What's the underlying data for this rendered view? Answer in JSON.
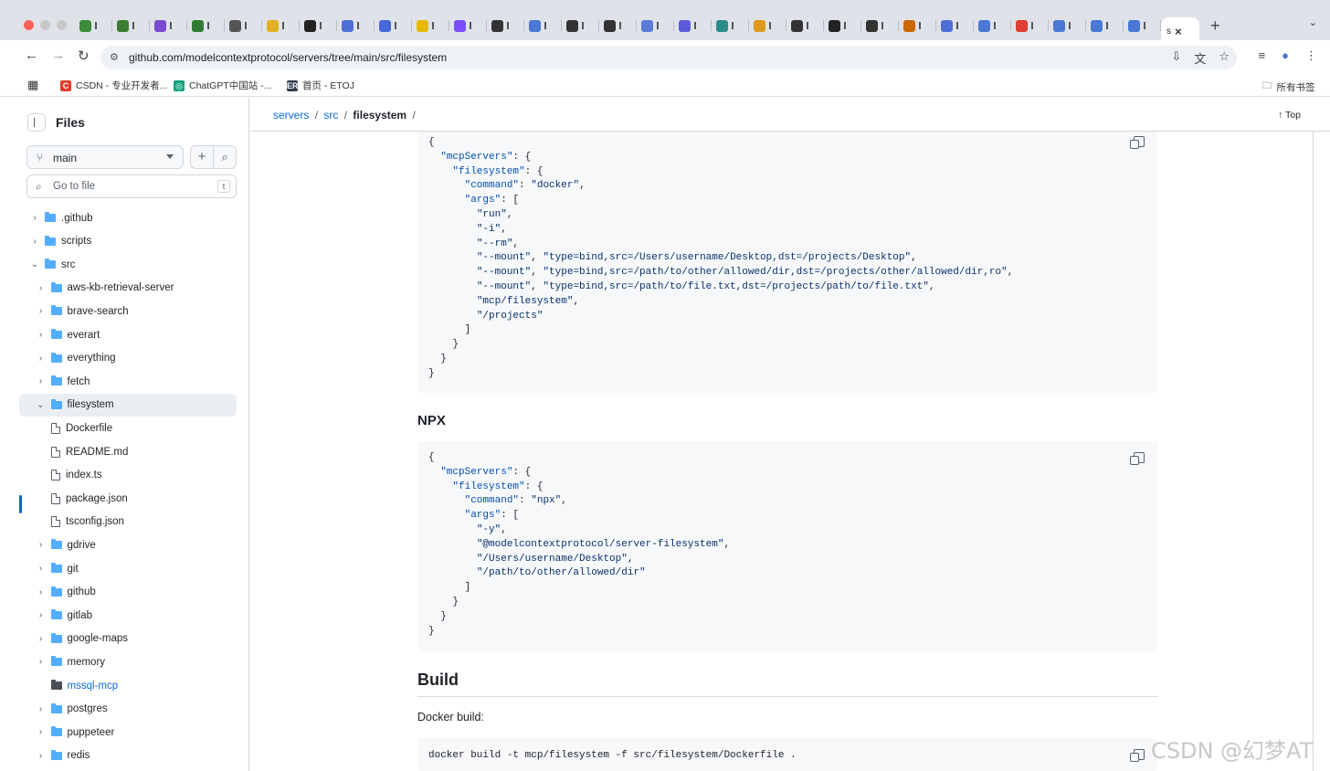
{
  "browser": {
    "tabs_favicon_colors": [
      "#3c8c3c",
      "#3a7d2e",
      "#7b4bd0",
      "#2e7d32",
      "#555555",
      "#e0b020",
      "#222222",
      "#4b6fd6",
      "#4668d6",
      "#e6b800",
      "#7c4dff",
      "#333333",
      "#4a78d4",
      "#333333",
      "#333333",
      "#5b7bd8",
      "#5b5bd8",
      "#2b8a8a",
      "#e09a20",
      "#333333",
      "#222222",
      "#333333",
      "#cc6600",
      "#4b6fd6",
      "#4a78d4",
      "#de3f30",
      "#4a78d4",
      "#4a78d4",
      "#4a78d4"
    ],
    "active_tab_letter": "s",
    "new_tab_label": "+",
    "url": "github.com/modelcontextprotocol/servers/tree/main/src/filesystem",
    "bookmarks": [
      {
        "label": "CSDN - 专业开发者...",
        "icon": "C",
        "color": "#e33b2e"
      },
      {
        "label": "ChatGPT中国站 -...",
        "icon": "◎",
        "color": "#10a37f"
      },
      {
        "label": "首页 - ETOJ",
        "icon": "ER",
        "color": "#2d3a4a"
      }
    ],
    "all_bookmarks_label": "所有书签"
  },
  "sidebar": {
    "title": "Files",
    "branch": "main",
    "search_placeholder": "Go to file",
    "search_shortcut": "t",
    "tree": [
      {
        "label": ".github",
        "kind": "folder",
        "depth": 0,
        "expanded": false
      },
      {
        "label": "scripts",
        "kind": "folder",
        "depth": 0,
        "expanded": false
      },
      {
        "label": "src",
        "kind": "folder",
        "depth": 0,
        "expanded": true
      },
      {
        "label": "aws-kb-retrieval-server",
        "kind": "folder",
        "depth": 1,
        "expanded": false
      },
      {
        "label": "brave-search",
        "kind": "folder",
        "depth": 1,
        "expanded": false
      },
      {
        "label": "everart",
        "kind": "folder",
        "depth": 1,
        "expanded": false
      },
      {
        "label": "everything",
        "kind": "folder",
        "depth": 1,
        "expanded": false
      },
      {
        "label": "fetch",
        "kind": "folder",
        "depth": 1,
        "expanded": false
      },
      {
        "label": "filesystem",
        "kind": "folder",
        "depth": 1,
        "expanded": true,
        "selected": true
      },
      {
        "label": "Dockerfile",
        "kind": "file",
        "depth": 2
      },
      {
        "label": "README.md",
        "kind": "file",
        "depth": 2
      },
      {
        "label": "index.ts",
        "kind": "file",
        "depth": 2
      },
      {
        "label": "package.json",
        "kind": "file",
        "depth": 2
      },
      {
        "label": "tsconfig.json",
        "kind": "file",
        "depth": 2
      },
      {
        "label": "gdrive",
        "kind": "folder",
        "depth": 1,
        "expanded": false
      },
      {
        "label": "git",
        "kind": "folder",
        "depth": 1,
        "expanded": false
      },
      {
        "label": "github",
        "kind": "folder",
        "depth": 1,
        "expanded": false
      },
      {
        "label": "gitlab",
        "kind": "folder",
        "depth": 1,
        "expanded": false
      },
      {
        "label": "google-maps",
        "kind": "folder",
        "depth": 1,
        "expanded": false
      },
      {
        "label": "memory",
        "kind": "folder",
        "depth": 1,
        "expanded": false
      },
      {
        "label": "mssql-mcp",
        "kind": "submodule",
        "depth": 1
      },
      {
        "label": "postgres",
        "kind": "folder",
        "depth": 1,
        "expanded": false
      },
      {
        "label": "puppeteer",
        "kind": "folder",
        "depth": 1,
        "expanded": false
      },
      {
        "label": "redis",
        "kind": "folder",
        "depth": 1,
        "expanded": false
      }
    ]
  },
  "breadcrumb": {
    "repo": "servers",
    "sep1": "/",
    "dir": "src",
    "sep2": "/",
    "current": "filesystem",
    "sep3": "/"
  },
  "top_button": "↑ Top",
  "docker_block_lines": [
    "{",
    "  \"mcpServers\": {",
    "    \"filesystem\": {",
    "      \"command\": \"docker\",",
    "      \"args\": [",
    "        \"run\",",
    "        \"-i\",",
    "        \"--rm\",",
    "        \"--mount\", \"type=bind,src=/Users/username/Desktop,dst=/projects/Desktop\",",
    "        \"--mount\", \"type=bind,src=/path/to/other/allowed/dir,dst=/projects/other/allowed/dir,ro\",",
    "        \"--mount\", \"type=bind,src=/path/to/file.txt,dst=/projects/path/to/file.txt\",",
    "        \"mcp/filesystem\",",
    "        \"/projects\"",
    "      ]",
    "    }",
    "  }",
    "}"
  ],
  "npx_heading": "NPX",
  "npx_block_lines": [
    "{",
    "  \"mcpServers\": {",
    "    \"filesystem\": {",
    "      \"command\": \"npx\",",
    "      \"args\": [",
    "        \"-y\",",
    "        \"@modelcontextprotocol/server-filesystem\",",
    "        \"/Users/username/Desktop\",",
    "        \"/path/to/other/allowed/dir\"",
    "      ]",
    "    }",
    "  }",
    "}"
  ],
  "build_heading": "Build",
  "docker_build_label": "Docker build:",
  "build_command": "docker build -t mcp/filesystem -f src/filesystem/Dockerfile .",
  "watermark": "CSDN @幻梦AT"
}
